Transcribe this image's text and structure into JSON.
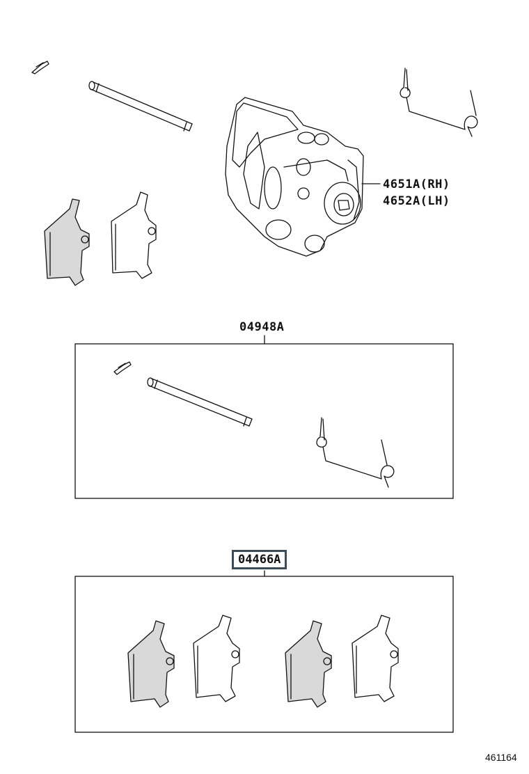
{
  "labels": {
    "caliper_rh": "4651A(RH)",
    "caliper_lh": "4652A(LH)",
    "kit_hardware": "04948A",
    "kit_pads": "04466A",
    "diagram_id": "461164"
  }
}
